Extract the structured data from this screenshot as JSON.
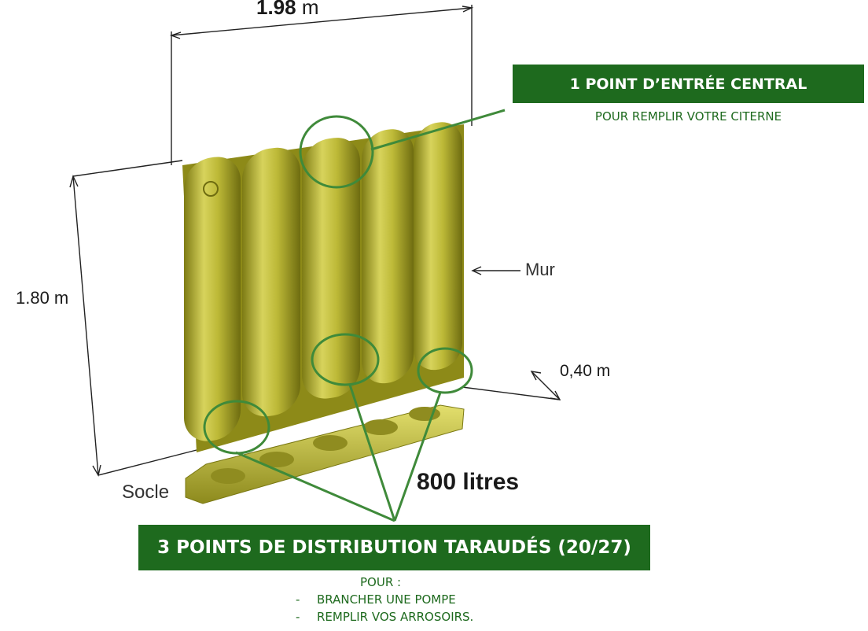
{
  "dimensions": {
    "width_value": "1.98",
    "width_unit": "m",
    "height": "1.80 m",
    "depth": "0,40 m"
  },
  "labels": {
    "wall": "Mur",
    "base": "Socle",
    "capacity": "800 litres"
  },
  "callout_top": {
    "title": "1 POINT D’ENTRÉE CENTRAL",
    "subtitle": "POUR REMPLIR VOTRE CITERNE"
  },
  "callout_bottom": {
    "title": "3 POINTS DE DISTRIBUTION TARAUDÉS (20/27)",
    "intro": "POUR :",
    "items": [
      "BRANCHER UNE POMPE",
      "REMPLIR VOS ARROSOIRS."
    ]
  },
  "colors": {
    "accent_green": "#1e6a1e",
    "tank_yellow": "#b8b52c"
  }
}
